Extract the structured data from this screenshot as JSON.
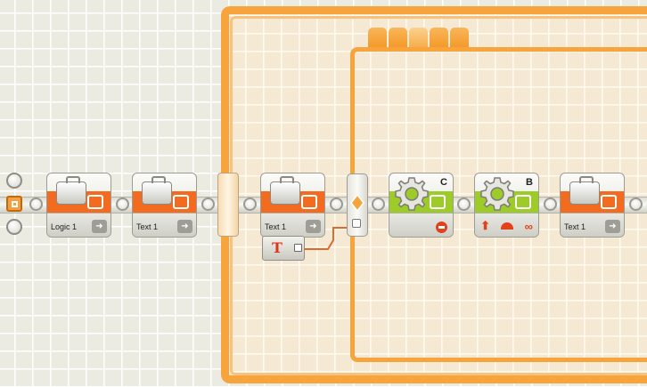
{
  "colors": {
    "loop_frame": "#f7a43c",
    "action_band": "#f26b1f",
    "motor_band": "#9ccb2a",
    "wire": "#e06a2a"
  },
  "program": {
    "start_icon": "start-square-icon",
    "switch_tabs_count": 5,
    "blocks": [
      {
        "id": "logic-1",
        "label": "Logic 1",
        "letter": "",
        "type": "variable",
        "icon": "briefcase-icon"
      },
      {
        "id": "text-1a",
        "label": "Text 1",
        "letter": "",
        "type": "variable",
        "icon": "briefcase-icon"
      },
      {
        "id": "text-1b",
        "label": "Text 1",
        "letter": "",
        "type": "variable",
        "icon": "briefcase-icon"
      },
      {
        "id": "motor-c",
        "label": "",
        "letter": "C",
        "type": "motor",
        "icon": "gear-icon"
      },
      {
        "id": "motor-b",
        "label": "",
        "letter": "B",
        "type": "motor",
        "icon": "gear-icon"
      },
      {
        "id": "text-1c",
        "label": "Text 1",
        "letter": "",
        "type": "variable",
        "icon": "briefcase-icon"
      }
    ],
    "text_source": {
      "glyph": "T",
      "icon": "text-block-icon"
    }
  }
}
